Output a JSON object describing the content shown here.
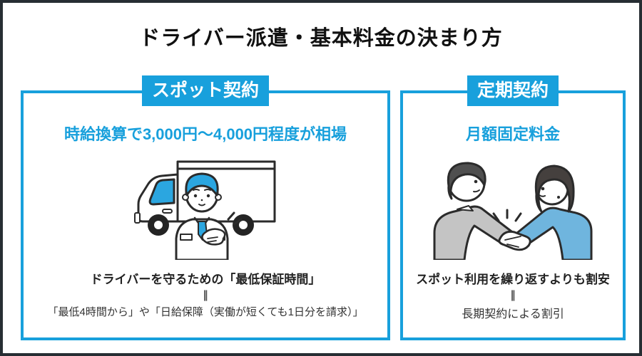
{
  "title": "ドライバー派遣・基本料金の決まり方",
  "colors": {
    "accent_blue": "#18a0dc",
    "frame_dark": "#272e33",
    "illustration_blue": "#2ba6e0",
    "woman_shirt_blue": "#6fb5de",
    "suit_gray": "#c4c4c4",
    "hair_dark": "#4f4f4f"
  },
  "panels": {
    "spot": {
      "badge": "スポット契約",
      "heading": "時給換算で3,000円〜4,000円程度が相場",
      "illustration": "truck-with-driver",
      "caption_bold": "ドライバーを守るための「最低保証時間」",
      "equals_symbol": "‖",
      "caption_note": "「最低4時間から」や「日給保障（実働が短くても1日分を請求）」"
    },
    "regular": {
      "badge": "定期契約",
      "heading": "月額固定料金",
      "illustration": "handshake",
      "caption_bold": "スポット利用を繰り返すよりも割安",
      "equals_symbol": "‖",
      "caption_note": "長期契約による割引"
    }
  }
}
